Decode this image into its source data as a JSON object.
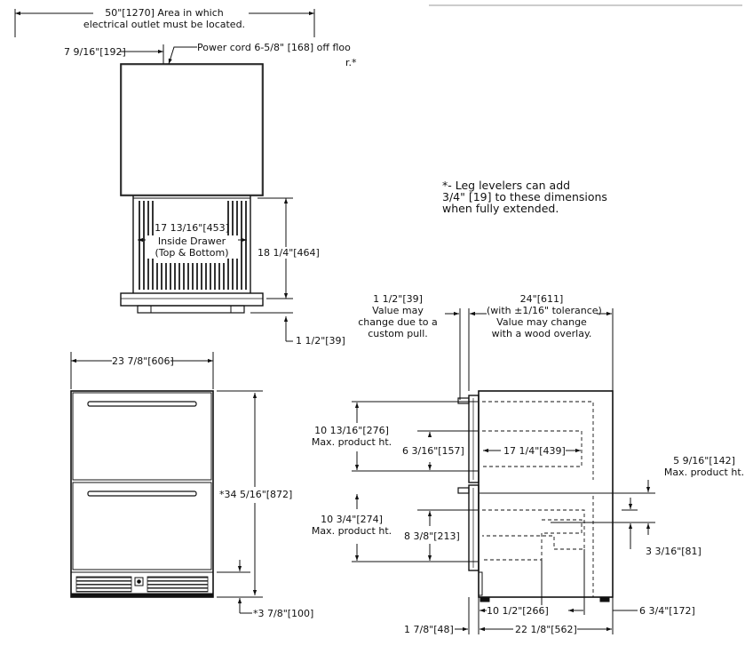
{
  "top_view": {
    "outlet_area": "50\"[1270] Area in which",
    "outlet_area_line2": "electrical outlet must be located.",
    "offset": "7 9/16\"[192]",
    "power_cord": "Power cord 6-5/8\" [168] off floo",
    "power_cord_cont": "r.*",
    "inside_width": "17 13/16\"[453]",
    "inside_label": "Inside Drawer",
    "inside_label2": "(Top & Bottom)",
    "drawer_depth": "18 1/4\"[464]",
    "handle_depth": "1 1/2\"[39]"
  },
  "note": {
    "line1": "*- Leg levelers can add",
    "line2": "3/4\" [19] to these dimensions",
    "line3": "when fully extended."
  },
  "front_view": {
    "width": "23 7/8\"[606]",
    "height": "*34 5/16\"[872]",
    "toe_kick": "*3 7/8\"[100]"
  },
  "side_view": {
    "pull_depth": "1 1/2\"[39]",
    "pull_note1": "Value may",
    "pull_note2": "change due to a",
    "pull_note3": "custom pull.",
    "depth": "24\"[611]",
    "tolerance": "(with ±1/16\" tolerance)",
    "depth_note1": "Value may change",
    "depth_note2": "with a wood overlay.",
    "upper_height": "10 13/16\"[276]",
    "upper_height_label": "Max. product ht.",
    "upper_inner": "6 3/16\"[157]",
    "upper_depth": "17 1/4\"[439]",
    "step_height": "5 9/16\"[142]",
    "step_height_label": "Max. product ht.",
    "lower_height": "10 3/4\"[274]",
    "lower_height_label": "Max. product ht.",
    "lower_inner": "8 3/8\"[213]",
    "step_rise": "3 3/16\"[81]",
    "lower_depth": "10 1/2\"[266]",
    "rear_offset": "6 3/4\"[172]",
    "front_offset": "1 7/8\"[48]",
    "total_depth": "22 1/8\"[562]"
  }
}
